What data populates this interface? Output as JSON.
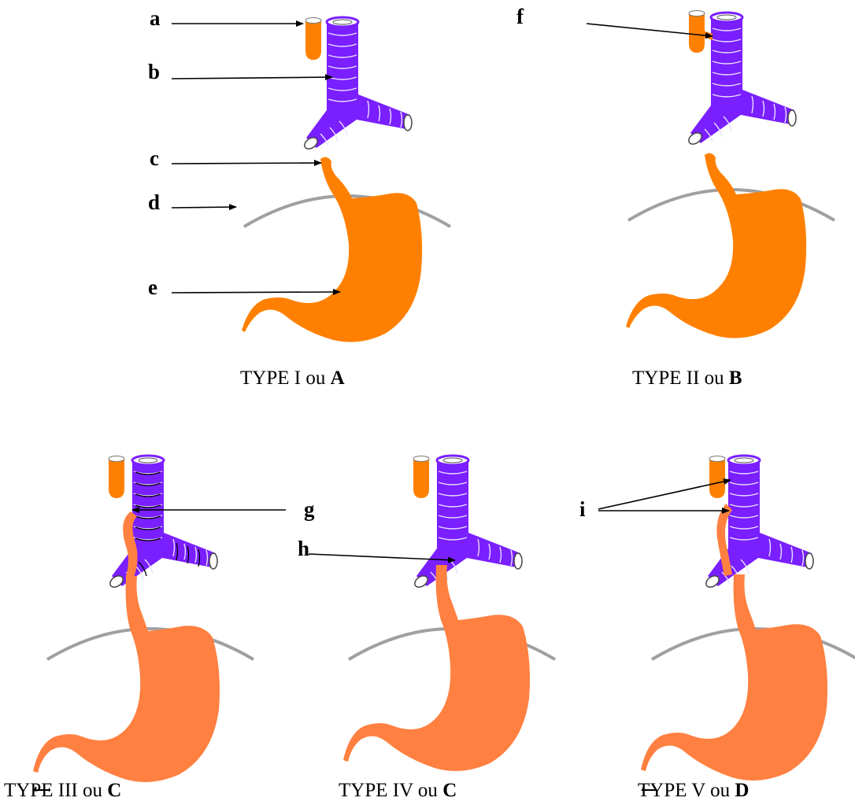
{
  "labels": {
    "a": "a",
    "b": "b",
    "c": "c",
    "d": "d",
    "e": "e",
    "f": "f",
    "g": "g",
    "h": "h",
    "i": "i"
  },
  "captions": {
    "type1": {
      "prefix": "TYPE I ou ",
      "bold": "A"
    },
    "type2": {
      "prefix": "TYPE II ou ",
      "bold": "B"
    },
    "type3": {
      "prefix": "TYPE III ou ",
      "bold": "C"
    },
    "type4": {
      "prefix": "TYPE IV ou ",
      "bold": "C"
    },
    "type5": {
      "prefix": "TYPE V ou ",
      "bold": "D"
    }
  },
  "colors": {
    "esophagus_stomach": "#ff8000",
    "esophagus_stomach_light": "#ff8040",
    "trachea": "#7a1fff",
    "diaphragm": "#a0a0a0",
    "ring_lines": "#e8e0ff",
    "label_text": "#000000"
  }
}
